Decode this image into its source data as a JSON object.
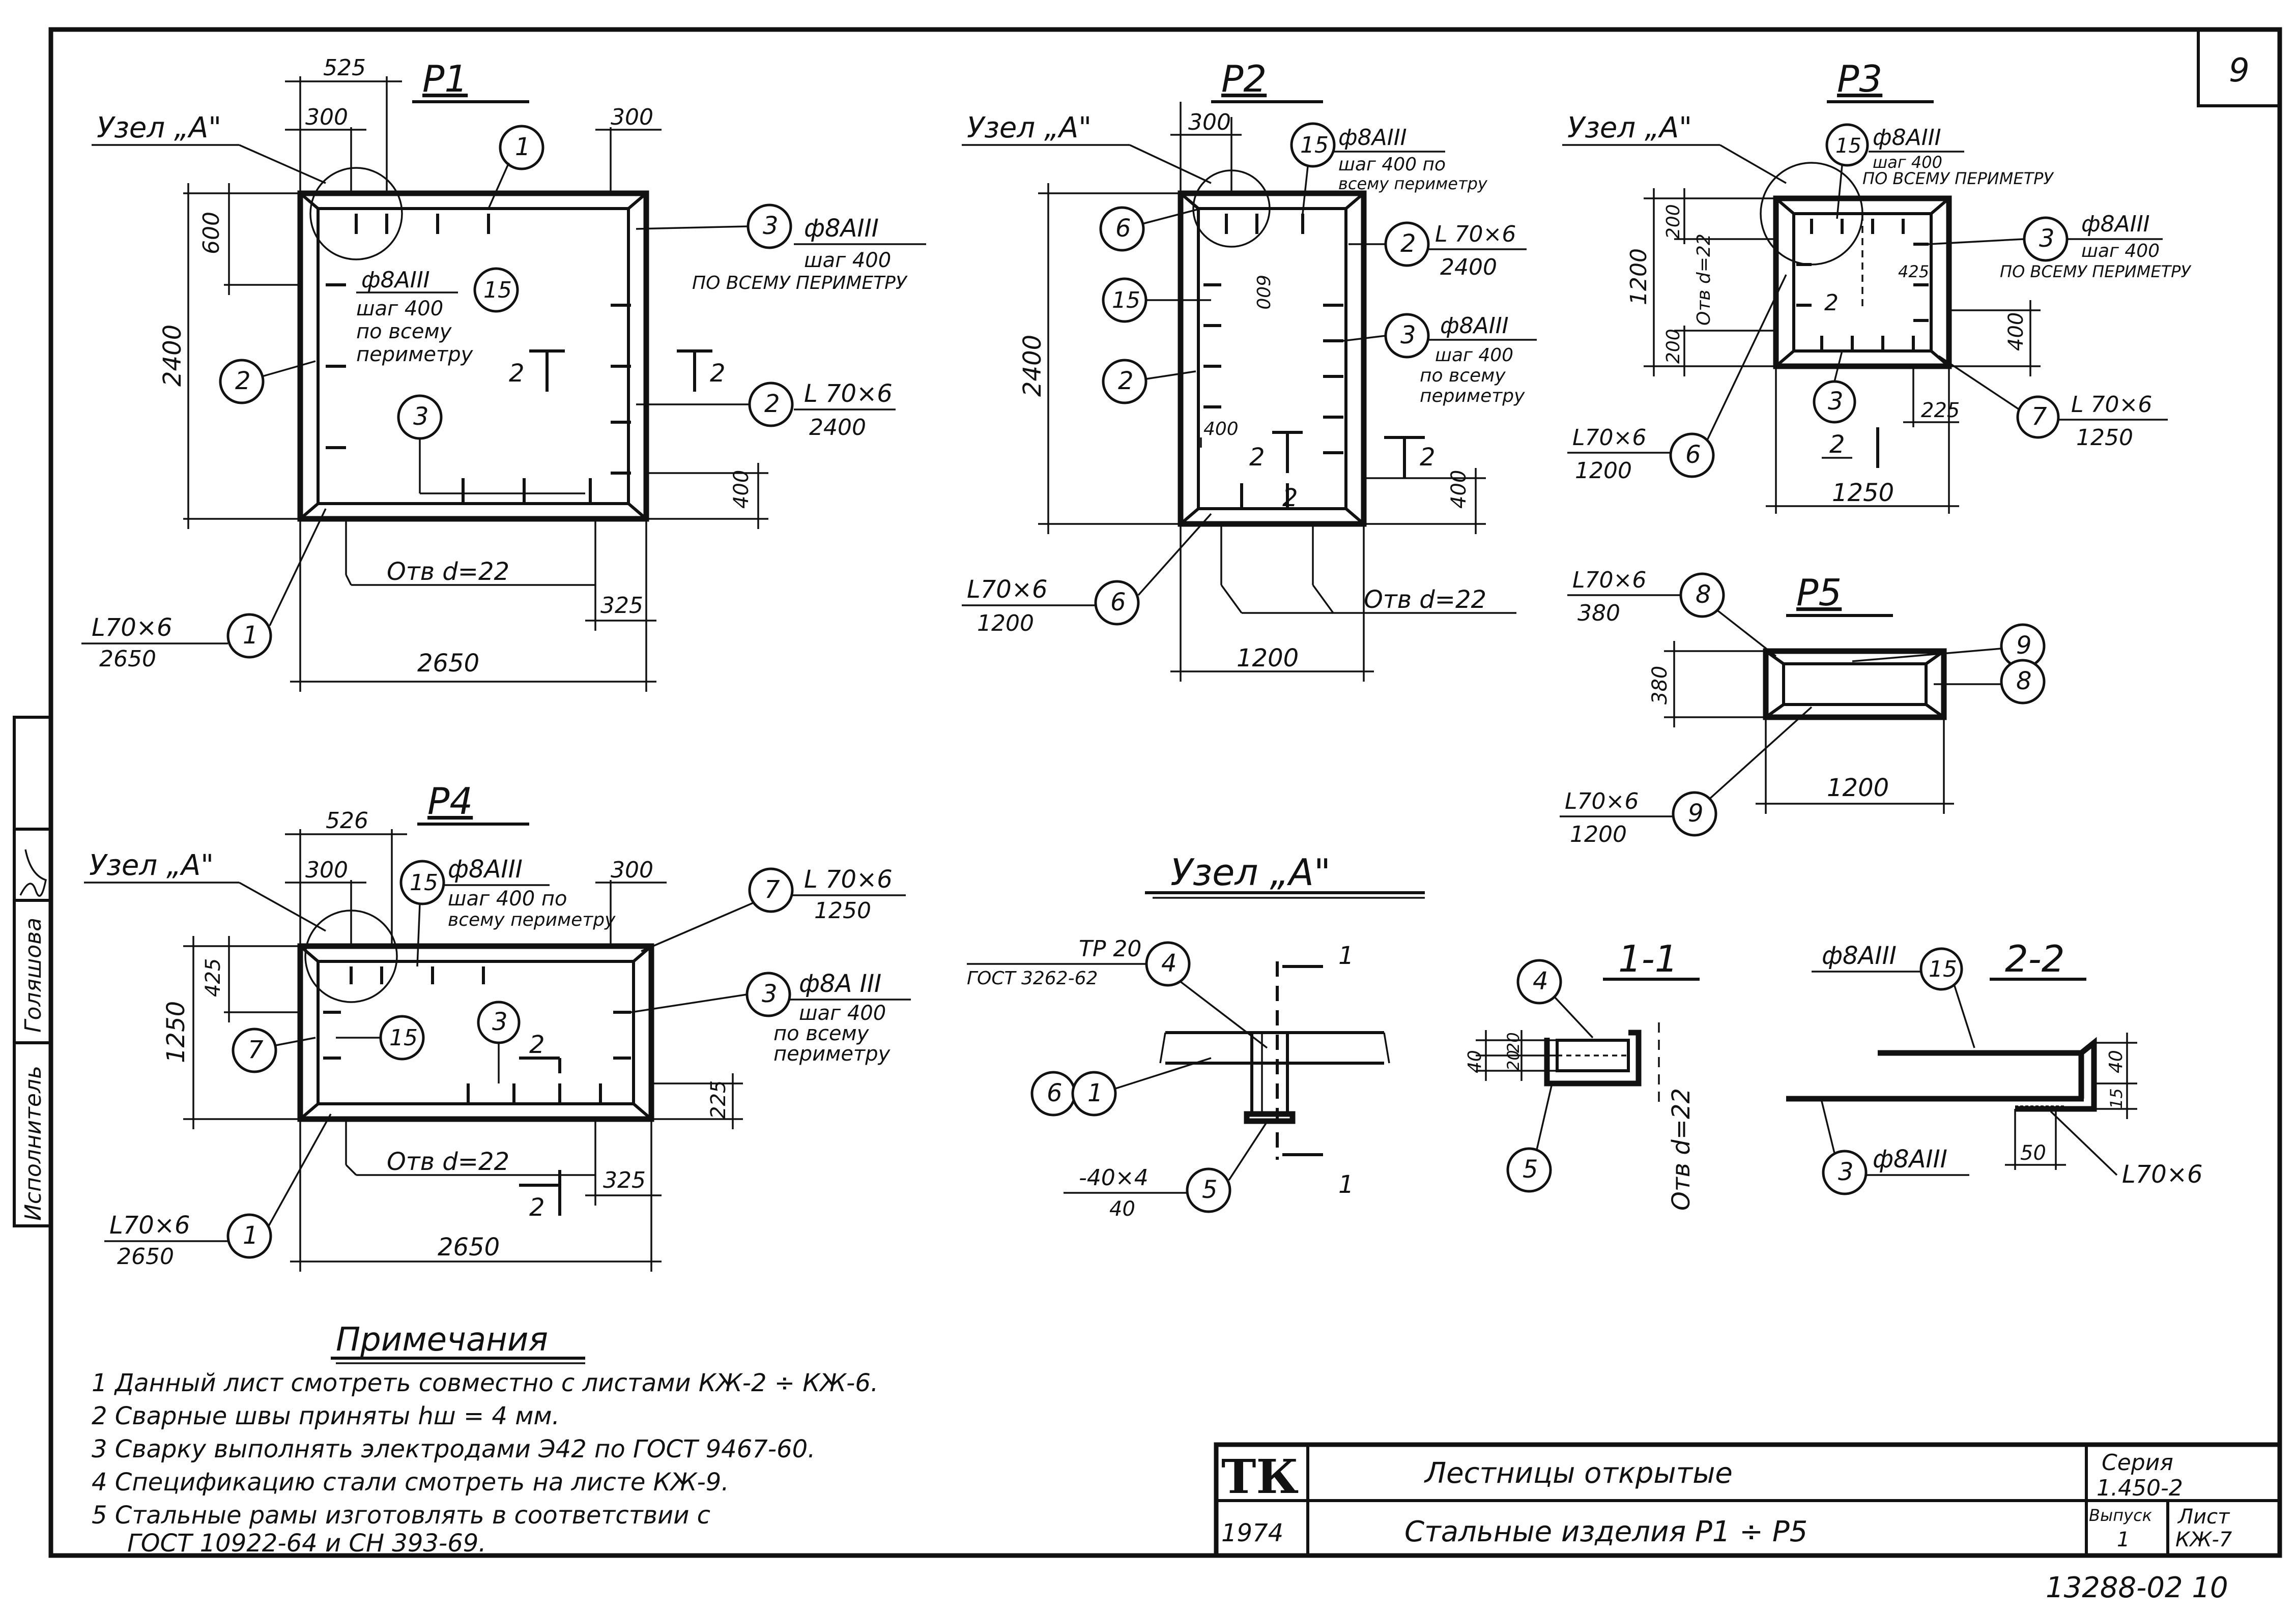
{
  "sheet": {
    "number": "9",
    "archive": "13288-02 10"
  },
  "p1": {
    "title": "P1",
    "dims": {
      "d525": "525",
      "d300l": "300",
      "d300r": "300",
      "d600": "600",
      "d2400": "2400",
      "d400": "400",
      "d325": "325",
      "d2650": "2650"
    },
    "node": "Узел „А\"",
    "hole": "Отв d=22",
    "sec2": "2",
    "b1": "1",
    "b2": "2",
    "b3": "3",
    "b15": "15",
    "b1b": "1",
    "b2b": "2",
    "b3b": "3",
    "rebar": [
      "ф8АIII",
      "шаг 400",
      "по всему",
      "периметру"
    ],
    "rebar3": [
      "ф8АIII",
      "шаг 400",
      "ПО ВСЕМУ ПЕРИМЕТРУ"
    ],
    "angle2": [
      "L 70×6",
      "2400"
    ],
    "angle1": [
      "L70×6",
      "2650"
    ]
  },
  "p2": {
    "title": "P2",
    "dims": {
      "d300": "300",
      "d600": "600",
      "d2400": "2400",
      "d400a": "400",
      "d400b": "400",
      "d1200": "1200"
    },
    "node": "Узел „А\"",
    "hole": "Отв d=22",
    "sec2": "2",
    "b15": "15",
    "b6": "6",
    "b15b": "15",
    "b2": "2",
    "b2b": "2",
    "b3": "3",
    "b6b": "6",
    "rebar15": [
      "ф8АIII",
      "шаг 400 по",
      "всему периметру"
    ],
    "rebar3": [
      "ф8АIII",
      "шаг 400",
      "по всему",
      "периметру"
    ],
    "angle2": [
      "L 70×6",
      "2400"
    ],
    "angle6": [
      "L70×6",
      "1200"
    ]
  },
  "p3": {
    "title": "P3",
    "dims": {
      "d200a": "200",
      "d1200": "1200",
      "d200b": "200",
      "d425": "425",
      "d400": "400",
      "d225": "225",
      "d1250": "1250"
    },
    "node": "Узел „А\"",
    "hole": "Отв d=22",
    "sec2": "2",
    "b15": "15",
    "b3": "3",
    "b3b": "3",
    "b6": "6",
    "b7": "7",
    "rebar15": [
      "ф8АIII",
      "шаг 400",
      "ПО ВСЕМУ ПЕРИМЕТРУ"
    ],
    "rebar3": [
      "ф8АIII",
      "шаг 400",
      "ПО ВСЕМУ ПЕРИМЕТРУ"
    ],
    "angle6": [
      "L70×6",
      "1200"
    ],
    "angle7": [
      "L 70×6",
      "1250"
    ]
  },
  "p4": {
    "title": "P4",
    "dims": {
      "d526": "526",
      "d300l": "300",
      "d300r": "300",
      "d425": "425",
      "d1250": "1250",
      "d225": "225",
      "d325": "325",
      "d2650": "2650"
    },
    "node": "Узел „А\"",
    "hole": "Отв d=22",
    "sec2": "2",
    "b15": "15",
    "b7": "7",
    "b15b": "15",
    "b3": "3",
    "b7b": "7",
    "b3b": "3",
    "b1": "1",
    "rebar15": [
      "ф8АIII",
      "шаг 400 по",
      "всему периметру"
    ],
    "rebar3": [
      "ф8А III",
      "шаг 400",
      "по всему",
      "периметру"
    ],
    "angle7": [
      "L 70×6",
      "1250"
    ],
    "angle1": [
      "L70×6",
      "2650"
    ]
  },
  "p5": {
    "title": "P5",
    "dims": {
      "d380": "380",
      "d1200": "1200"
    },
    "b8": "8",
    "b9": "9",
    "b8b": "8",
    "b9b": "9",
    "angle8": [
      "L70×6",
      "380"
    ],
    "angle9": [
      "L70×6",
      "1200"
    ]
  },
  "nodeA": {
    "title": "Узел „А\"",
    "tube": [
      "ТР 20",
      "ГОСТ 3262-62"
    ],
    "plate": [
      "-40×4",
      "40"
    ],
    "b4": "4",
    "b5": "5",
    "b6": "6",
    "b1": "1",
    "cut": "1"
  },
  "sec11": {
    "title": "1-1",
    "b4": "4",
    "b5": "5",
    "d20a": "20",
    "d20b": "20",
    "d40": "40",
    "hole": "Отв d=22"
  },
  "sec22": {
    "title": "2-2",
    "rebar": "ф8АIII",
    "b15": "15",
    "b3": "3",
    "rebar3": "ф8АIII",
    "d40": "40",
    "d15": "15",
    "d50": "50",
    "angle": "L70×6"
  },
  "notes": {
    "title": "Примечания",
    "items": [
      "1 Данный лист смотреть совместно с листами КЖ-2 ÷ КЖ-6.",
      "2 Сварные швы приняты hш = 4 мм.",
      "3 Сварку выполнять электродами Э42 по ГОСТ 9467-60.",
      "4 Спецификацию стали смотреть на листе КЖ-9.",
      "5 Стальные рамы изготовлять в соответствии с",
      "ГОСТ 10922-64 и СН 393-69."
    ]
  },
  "stamp": {
    "logo": "ТК",
    "year": "1974",
    "title1": "Лестницы открытые",
    "title2": "Стальные изделия Р1 ÷ Р5",
    "series_label": "Серия",
    "series_value": "1.450-2",
    "issue_label": "Выпуск",
    "issue_value": "1",
    "sheet_label": "Лист",
    "sheet_value": "КЖ-7"
  },
  "side": {
    "role": "Исполнитель",
    "name": "Голяшова"
  }
}
